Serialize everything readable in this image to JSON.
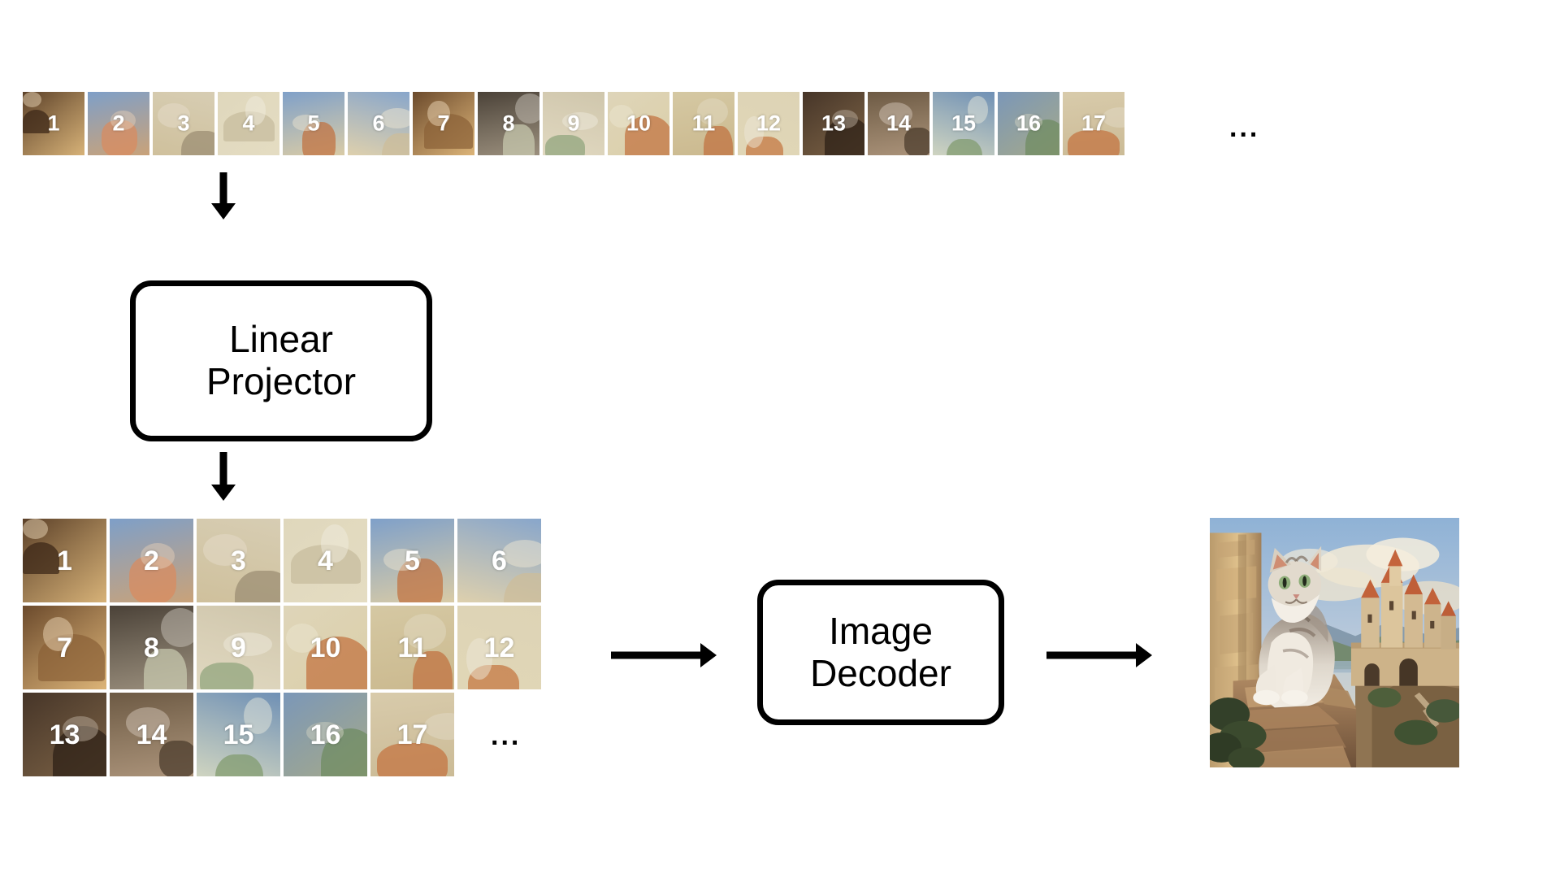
{
  "diagram": {
    "title": "Image patch tokenization, linear projection and decoding pipeline",
    "background_color": "#ffffff",
    "stroke_color": "#000000",
    "patch_label_color": "#ffffff"
  },
  "patch_strip": {
    "name": "image-patch-token-sequence",
    "patch_labels": [
      "1",
      "2",
      "3",
      "4",
      "5",
      "6",
      "7",
      "8",
      "9",
      "10",
      "11",
      "12",
      "13",
      "14",
      "15",
      "16",
      "17"
    ],
    "ellipsis": "...",
    "patch_colors": [
      {
        "sky": "#5b4028",
        "ground": "#d7b278",
        "accent": "#3a2616"
      },
      {
        "sky": "#7e9fc8",
        "ground": "#c9a279",
        "accent": "#d98a5e"
      },
      {
        "sky": "#d7cdb3",
        "ground": "#cfc09c",
        "accent": "#9a8c72"
      },
      {
        "sky": "#dfd7bc",
        "ground": "#e4dcc2",
        "accent": "#c6bb9c"
      },
      {
        "sky": "#7fa0c9",
        "ground": "#d9cba6",
        "accent": "#c1703f"
      },
      {
        "sky": "#88a6cb",
        "ground": "#ded0ad",
        "accent": "#cdbd99"
      },
      {
        "sky": "#6b4a2c",
        "ground": "#dcb478",
        "accent": "#8a6137"
      },
      {
        "sky": "#4b4238",
        "ground": "#9b8f7d",
        "accent": "#c9cbb0"
      },
      {
        "sky": "#cfc6ac",
        "ground": "#e0d8c0",
        "accent": "#8fa37c"
      },
      {
        "sky": "#ded5b9",
        "ground": "#dbcfa9",
        "accent": "#c2713f"
      },
      {
        "sky": "#d5c8a3",
        "ground": "#cbb98f",
        "accent": "#c0703e"
      },
      {
        "sky": "#ddd3b5",
        "ground": "#e0d6b6",
        "accent": "#c4743f"
      },
      {
        "sky": "#463528",
        "ground": "#7c6245",
        "accent": "#2b1f15"
      },
      {
        "sky": "#6d5a44",
        "ground": "#ab937a",
        "accent": "#4a3a2b"
      },
      {
        "sky": "#6f90b5",
        "ground": "#cfd4c0",
        "accent": "#7f9a6c"
      },
      {
        "sky": "#7b97b8",
        "ground": "#a5a98a",
        "accent": "#6e8a5f"
      },
      {
        "sky": "#d8cbab",
        "ground": "#cbbb96",
        "accent": "#c4713e"
      }
    ]
  },
  "linear_projector": {
    "name": "linear-projector",
    "line1": "Linear",
    "line2": "Projector"
  },
  "image_decoder": {
    "name": "image-decoder",
    "line1": "Image",
    "line2": "Decoder"
  },
  "patch_grid": {
    "name": "reshaped-patch-grid",
    "rows": [
      [
        "1",
        "2",
        "3",
        "4",
        "5",
        "6"
      ],
      [
        "7",
        "8",
        "9",
        "10",
        "11",
        "12"
      ],
      [
        "13",
        "14",
        "15",
        "16",
        "17"
      ]
    ],
    "ellipsis": "...",
    "columns": 6,
    "total_visible_patches": 17
  },
  "output_image": {
    "name": "decoded-output-image",
    "description": "Painted illustration of a fluffy tabby cat sitting on a stone wall with a fantasy castle on a cliff in the background",
    "palette": {
      "sky": "#8fb0d4",
      "cloud": "#eee6d2",
      "stone": "#d6b98b",
      "roof": "#c5623a",
      "foliage": "#4e5f3b",
      "cat_fur": "#e4ddd2",
      "cat_dark": "#7a6c5c",
      "water": "#9bb0c4"
    }
  },
  "arrows": {
    "strip_to_projector": "down-arrow",
    "projector_to_grid": "down-arrow",
    "grid_to_decoder": "right-arrow",
    "decoder_to_output": "right-arrow"
  }
}
